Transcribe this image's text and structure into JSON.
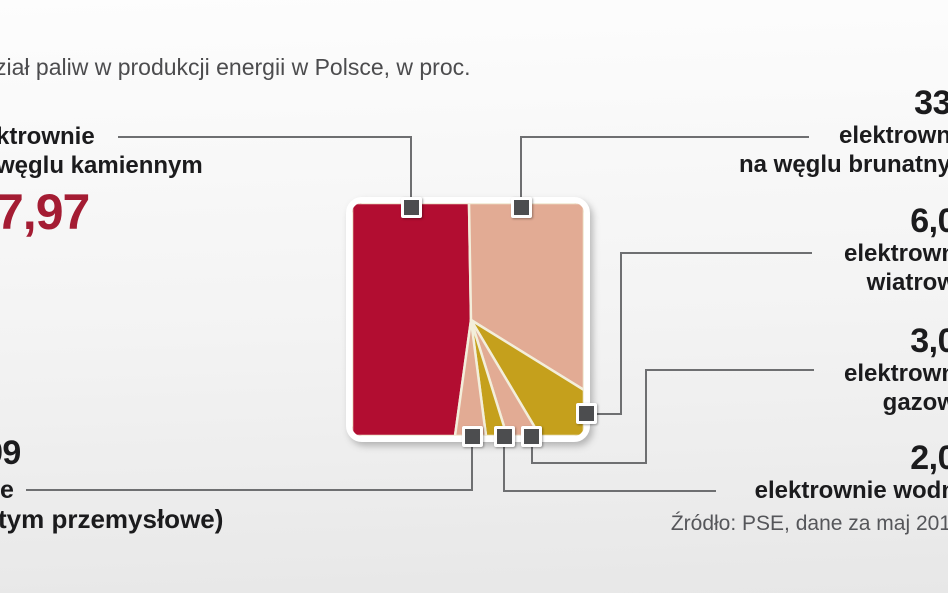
{
  "title": "ział paliw w produkcji energii w Polsce, w proc.",
  "source": "Źródło: PSE, dane za maj 201",
  "labels": {
    "hard_coal": {
      "line1": "ktrownie",
      "line2": "węglu kamiennym",
      "number": "7,97"
    },
    "brown_coal": {
      "number": "33",
      "line1": "elektrown",
      "line2": "na węglu brunatny"
    },
    "wind": {
      "number": "6,0",
      "line1": "elektrown",
      "line2": "wiatrow"
    },
    "gas": {
      "number": "3,0",
      "line1": "elektrown",
      "line2": "gazow"
    },
    "hydro": {
      "number": "2,0",
      "line1": "elektrownie wodn"
    },
    "other": {
      "number": "99",
      "line1": "e",
      "line2": "tym przemysłowe)"
    }
  },
  "colors": {
    "hard_coal_red": "#b20d31",
    "salmon": "#e2ab94",
    "gold": "#c5a01c",
    "separator_cream": "#f3eedb",
    "marker_dark": "#4c4d4f",
    "connector_gray": "#6e6f71",
    "number_red": "#a41c33",
    "text_dark": "#1b1b1d",
    "text_gray": "#4c4c4e"
  },
  "chart_data": {
    "type": "pie",
    "variant": "square-pie",
    "unit": "percent",
    "title_visible": "ział paliw w produkcji energii w Polsce, w proc.",
    "source_visible": "Źródło: PSE, dane za maj 201",
    "legend": "none",
    "layout": "square pie with radial segments; labels connected by gray leader lines ending in dark square markers; text cropped at image edges",
    "segments": [
      {
        "label_visible": "ktrownie / węglu kamiennym",
        "value_visible": "7,97",
        "value_estimated": 47.97,
        "color": "#b20d31"
      },
      {
        "label_visible": "elektrown / na węglu brunatny",
        "value_visible": "33",
        "value_estimated": 33.0,
        "color": "#e2ab94"
      },
      {
        "label_visible": "elektrown / wiatrow",
        "value_visible": "6,0",
        "value_estimated": 6.0,
        "color": "#c5a01c"
      },
      {
        "label_visible": "elektrown / gazow",
        "value_visible": "3,0",
        "value_estimated": 3.0,
        "color": "#e2ab94"
      },
      {
        "label_visible": "elektrownie wodn",
        "value_visible": "2,0",
        "value_estimated": 2.0,
        "color": "#c5a01c"
      },
      {
        "label_visible": "e / tym przemysłowe)",
        "value_visible": "9",
        "value_estimated": 8.0,
        "color": "#e2ab94"
      }
    ]
  }
}
